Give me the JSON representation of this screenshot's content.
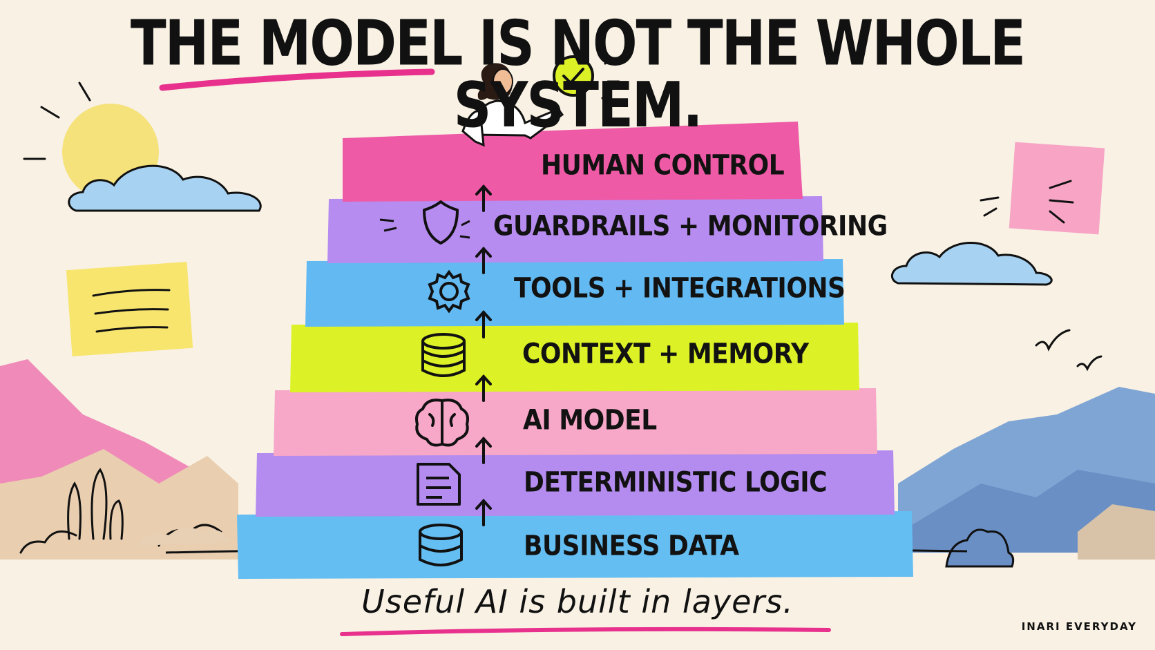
{
  "title": "THE MODEL IS NOT THE WHOLE SYSTEM.",
  "tagline": "Useful AI is built in layers.",
  "brand": "INARI EVERYDAY",
  "layers": [
    {
      "label": "HUMAN CONTROL",
      "icon": "person-with-checkmark-icon",
      "color": "#ee5aa5"
    },
    {
      "label": "GUARDRAILS + MONITORING",
      "icon": "shield-icon",
      "color": "#b78cf0"
    },
    {
      "label": "TOOLS + INTEGRATIONS",
      "icon": "gear-icon",
      "color": "#63b9f1"
    },
    {
      "label": "CONTEXT + MEMORY",
      "icon": "database-icon",
      "color": "#dcf227"
    },
    {
      "label": "AI MODEL",
      "icon": "brain-icon",
      "color": "#f7a7c8"
    },
    {
      "label": "DETERMINISTIC LOGIC",
      "icon": "document-icon",
      "color": "#b48cf0"
    },
    {
      "label": "BUSINESS DATA",
      "icon": "database-icon",
      "color": "#64bef2"
    }
  ]
}
